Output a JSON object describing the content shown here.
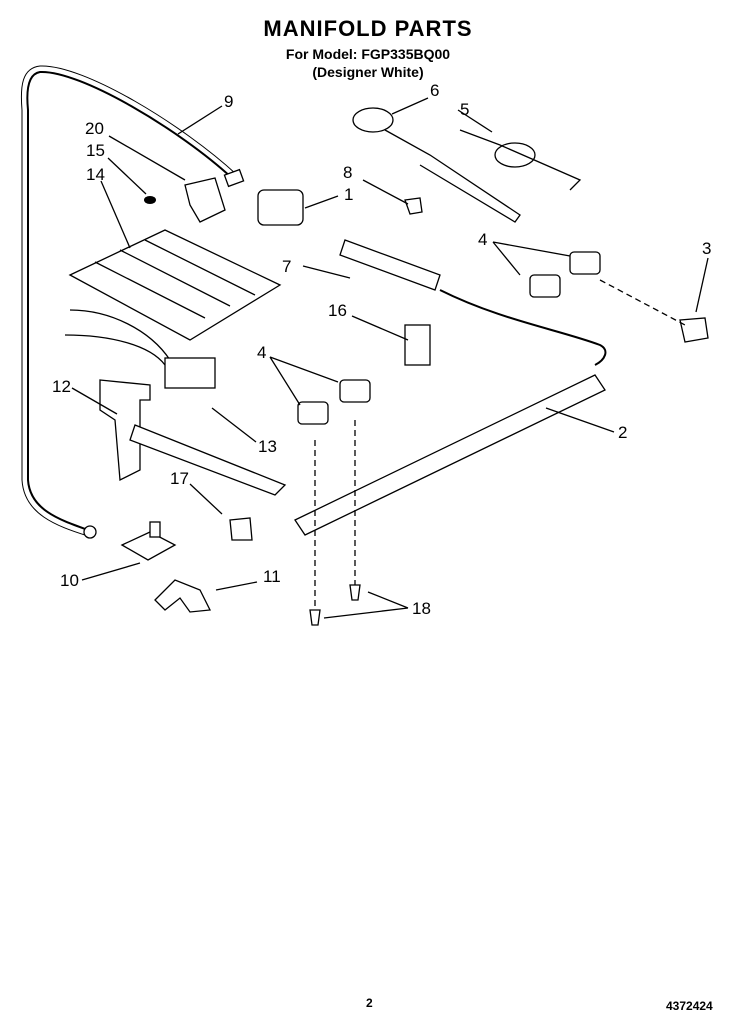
{
  "header": {
    "title": "MANIFOLD PARTS",
    "model_line": "For Model: FGP335BQ00",
    "color_line": "(Designer White)"
  },
  "callouts": [
    "9",
    "20",
    "15",
    "14",
    "6",
    "5",
    "8",
    "1",
    "3",
    "4",
    "7",
    "16",
    "4",
    "12",
    "13",
    "2",
    "17",
    "10",
    "11",
    "18"
  ],
  "footer": {
    "page_number": "2",
    "doc_number": "4372424"
  }
}
